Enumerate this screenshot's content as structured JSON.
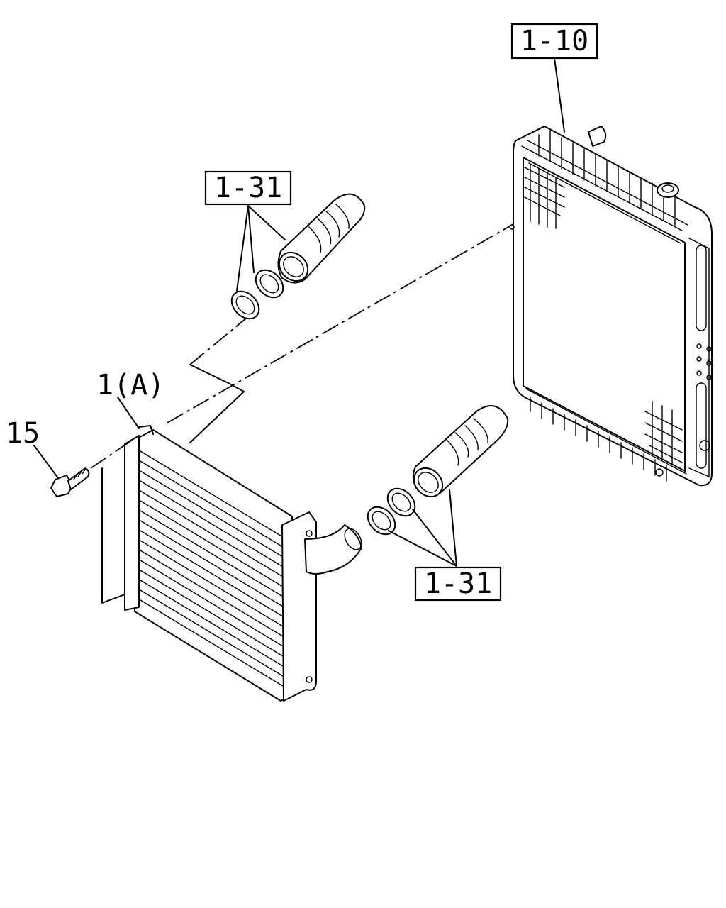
{
  "diagram": {
    "callouts": {
      "radiator_ref": "1-10",
      "upper_hose_ref": "1-31",
      "lower_hose_ref": "1-31",
      "intercooler_ref": "1(A)",
      "bolt_ref": "15"
    }
  }
}
